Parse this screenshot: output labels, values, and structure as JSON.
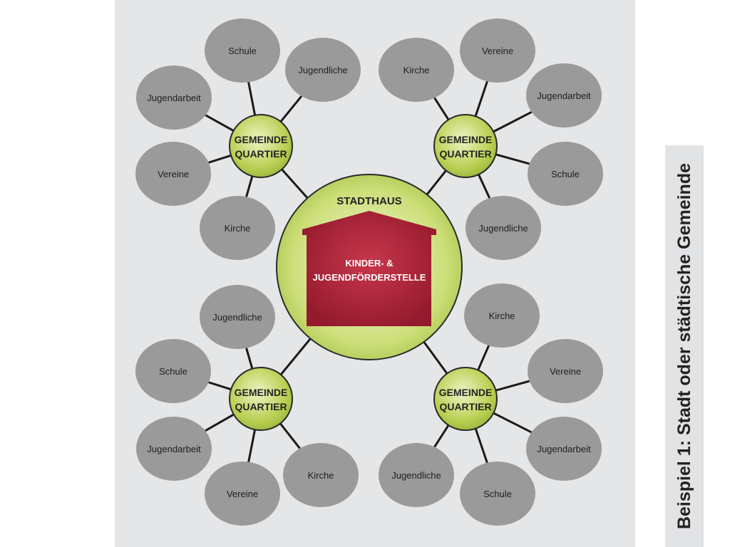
{
  "center": {
    "title": "STADTHAUS",
    "house_line1": "KINDER- &",
    "house_line2": "JUGENDFÖRDERSTELLE"
  },
  "hub_label": [
    "GEMEINDE",
    "QUARTIER"
  ],
  "quadrants": [
    {
      "id": "top-left",
      "items": [
        "Schule",
        "Jugendliche",
        "Jugendarbeit",
        "Vereine",
        "Kirche"
      ]
    },
    {
      "id": "top-right",
      "items": [
        "Kirche",
        "Vereine",
        "Jugendarbeit",
        "Schule",
        "Jugendliche"
      ]
    },
    {
      "id": "bottom-left",
      "items": [
        "Jugendliche",
        "Schule",
        "Jugendarbeit",
        "Vereine",
        "Kirche"
      ]
    },
    {
      "id": "bottom-right",
      "items": [
        "Kirche",
        "Vereine",
        "Jugendarbeit",
        "Schule",
        "Jugendliche"
      ]
    }
  ],
  "side_title": "Beispiel 1: Stadt oder städtische Gemeinde",
  "colors": {
    "panel": "#e4e6e8",
    "satellite": "#9a9a9a",
    "hub_green": "#b5cc4a",
    "hub_border": "#2a2a2a",
    "center_circle": "#c8db70",
    "house": "#a32135",
    "line": "#1a1a1a"
  }
}
